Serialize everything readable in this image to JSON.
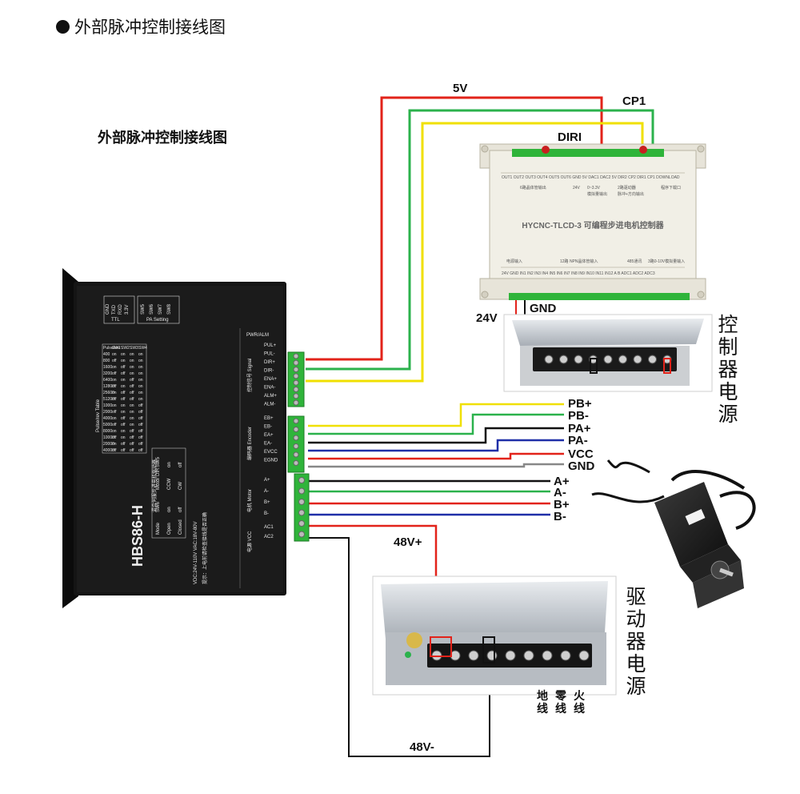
{
  "header": {
    "title": "外部脉冲控制接线图"
  },
  "subtitle": "外部脉冲控制接线图",
  "driver": {
    "model": "HBS86-H",
    "subtitle": "混合伺服步进电机驱动器",
    "top_groups": [
      "TTL",
      "PA Setting"
    ],
    "ttl_pins": [
      "GND",
      "TXD",
      "RXD",
      "3.3V"
    ],
    "pa_pins": [
      "SW5",
      "SW6",
      "SW7",
      "SW8"
    ],
    "pwr_alm": "PWR/ALM",
    "signal_block": "控制信号 Signal",
    "signal_pins": [
      "PUL+",
      "PUL-",
      "DIR+",
      "DIR-",
      "ENA+",
      "ENA-",
      "ALM+",
      "ALM-"
    ],
    "encoder_block": "编码器 Encoder",
    "encoder_pins": [
      "EB+",
      "EB-",
      "EA+",
      "EA-",
      "EVCC",
      "EGND"
    ],
    "motor_block": "电机 Motor",
    "motor_pins": [
      "A+",
      "A-",
      "B+",
      "B-"
    ],
    "power_block": "电源 VCC",
    "power_pins": [
      "AC1",
      "AC2"
    ],
    "spec_line1": "VDC:24V-110V  VAC:18V-80V",
    "spec_line2": "提示：上电前请检查接线是否正确",
    "table_title": "Pulse/rev Table",
    "pulse_table": {
      "headers": [
        "Pulse/rev",
        "SW1",
        "SW2",
        "SW3",
        "SW4"
      ],
      "rows": [
        [
          "400",
          "on",
          "on",
          "on",
          "on"
        ],
        [
          "800",
          "off",
          "on",
          "on",
          "on"
        ],
        [
          "1600",
          "on",
          "off",
          "on",
          "on"
        ],
        [
          "3200",
          "off",
          "off",
          "on",
          "on"
        ],
        [
          "6400",
          "on",
          "on",
          "off",
          "on"
        ],
        [
          "12800",
          "off",
          "on",
          "off",
          "on"
        ],
        [
          "25600",
          "on",
          "off",
          "off",
          "on"
        ],
        [
          "51200",
          "off",
          "off",
          "off",
          "on"
        ],
        [
          "1000",
          "on",
          "on",
          "on",
          "off"
        ],
        [
          "2000",
          "off",
          "on",
          "on",
          "off"
        ],
        [
          "4000",
          "on",
          "off",
          "on",
          "off"
        ],
        [
          "5000",
          "off",
          "off",
          "on",
          "off"
        ],
        [
          "8000",
          "on",
          "on",
          "off",
          "off"
        ],
        [
          "10000",
          "off",
          "on",
          "off",
          "off"
        ],
        [
          "20000",
          "on",
          "off",
          "off",
          "off"
        ],
        [
          "40000",
          "off",
          "off",
          "off",
          "off"
        ]
      ]
    },
    "mode_table": {
      "headers": [
        "SW5",
        "Motor DIR",
        "SW6",
        "Mode"
      ],
      "rows": [
        [
          "on",
          "CCW",
          "on",
          "Open"
        ],
        [
          "off",
          "CW",
          "off",
          "Closed"
        ]
      ]
    }
  },
  "controller": {
    "name": "HYCNC-TLCD-3 可编程步进电机控制器",
    "top_pins": "OUT1 OUT2 OUT3 OUT4 OUT5 OUT6  GND 5V  DAC1 DAC2  5V DIR2 CP2 DIR1 CP1  DOWNLOAD",
    "top_notes": [
      "6路晶体管输出",
      "24V",
      "0~3.3V",
      "模拟量输出",
      "2路驱动器",
      "脉冲+方向输出",
      "程序下载口"
    ],
    "bottom_notes": [
      "电源输入",
      "12路 NPN晶体管输入",
      "485通讯",
      "3路0-10V模拟量输入"
    ],
    "bottom_pins": "24V GND  IN1 IN2 IN3 IN4 IN5 IN6 IN7 IN8 IN9 IN10 IN11 IN12  A B  ADC1 ADC2 ADC3"
  },
  "wire_labels": {
    "v5": "5V",
    "cp1": "CP1",
    "diri": "DIRI",
    "gnd_ctrl": "GND",
    "v24": "24V",
    "pb_plus": "PB+",
    "pb_minus": "PB-",
    "pa_plus": "PA+",
    "pa_minus": "PA-",
    "vcc": "VCC",
    "gnd_enc": "GND",
    "a_plus": "A+",
    "a_minus": "A-",
    "b_plus": "B+",
    "b_minus": "B-",
    "v48_plus": "48V+",
    "v48_minus": "48V-"
  },
  "psu_control_label": "控制器电源",
  "psu_driver_label": "驱动器电源",
  "ac_labels": [
    "地线",
    "零线",
    "火线"
  ],
  "colors": {
    "red": "#e2231a",
    "green": "#2bb24c",
    "yellow": "#f0e000",
    "blue": "#1f2fa8",
    "black": "#111111",
    "gray": "#888888",
    "driver_body": "#151515",
    "terminal_green": "#2fb43a",
    "controller_body": "#f1efe6"
  }
}
